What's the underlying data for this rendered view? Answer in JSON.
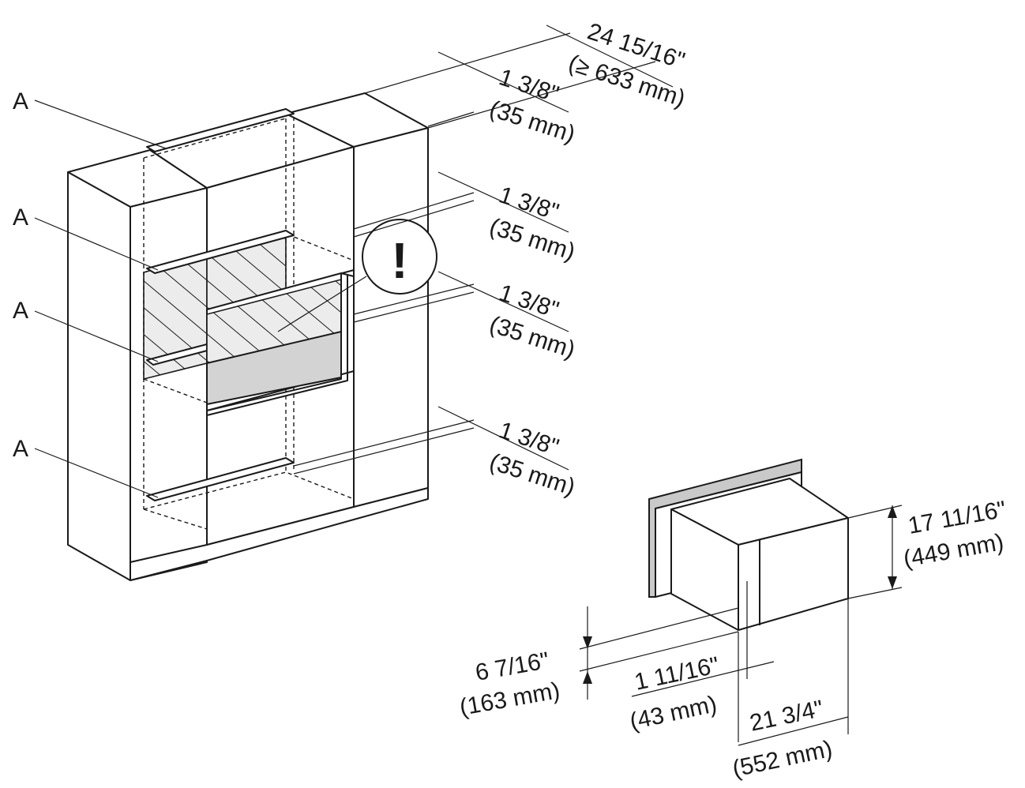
{
  "labels": {
    "a1": "A",
    "a2": "A",
    "a3": "A",
    "a4": "A",
    "warning_symbol": "!"
  },
  "dimensions": {
    "width_in": "24 15/16\"",
    "width_mm": "(≥ 633 mm)",
    "gap1_in": "1 3/8\"",
    "gap1_mm": "(35 mm)",
    "gap2_in": "1 3/8\"",
    "gap2_mm": "(35 mm)",
    "gap3_in": "1 3/8\"",
    "gap3_mm": "(35 mm)",
    "gap4_in": "1 3/8\"",
    "gap4_mm": "(35 mm)",
    "height_in": "17 11/16\"",
    "height_mm": "(449 mm)",
    "offset_in": "6 7/16\"",
    "offset_mm": "(163 mm)",
    "front_in": "1 11/16\"",
    "front_mm": "(43 mm)",
    "depth_in": "21 3/4\"",
    "depth_mm": "(552 mm)"
  },
  "colors": {
    "line": "#1a1a1a",
    "panel_gray": "#d3d3d3"
  }
}
